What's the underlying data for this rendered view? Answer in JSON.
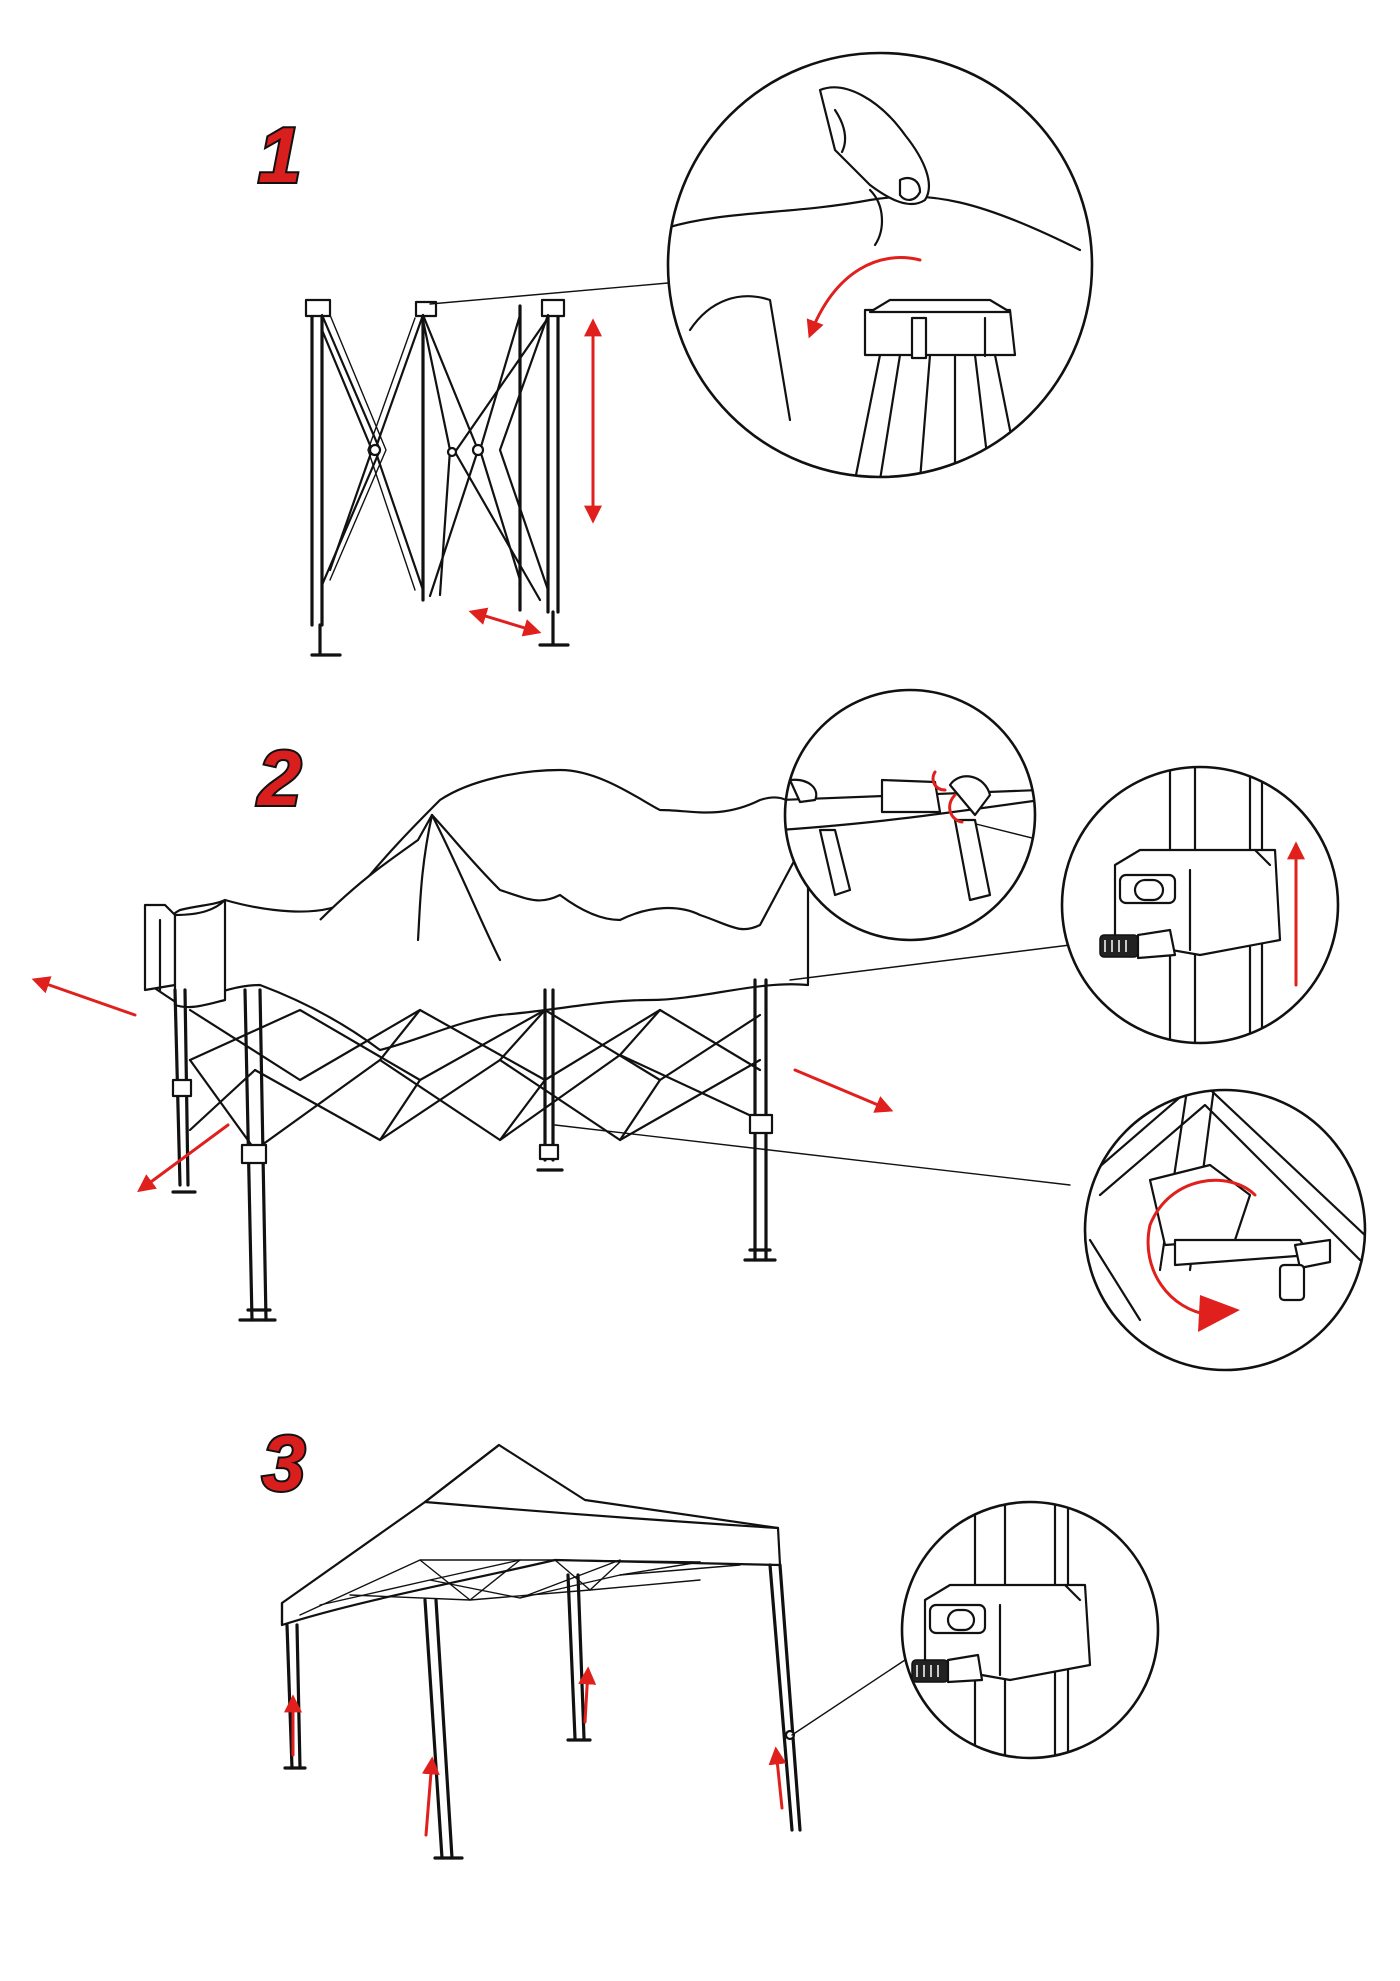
{
  "steps": [
    {
      "number": "1"
    },
    {
      "number": "2"
    },
    {
      "number": "3"
    }
  ],
  "colors": {
    "line": "#111111",
    "accent_arrow": "#e0201d",
    "step_number_fill": "#d91e1e",
    "background": "#ffffff"
  },
  "icons": {
    "arrow": "red-arrow-icon",
    "double_arrow": "red-double-arrow-icon",
    "hand": "hand-icon",
    "lock_pin": "lock-pin-icon"
  }
}
